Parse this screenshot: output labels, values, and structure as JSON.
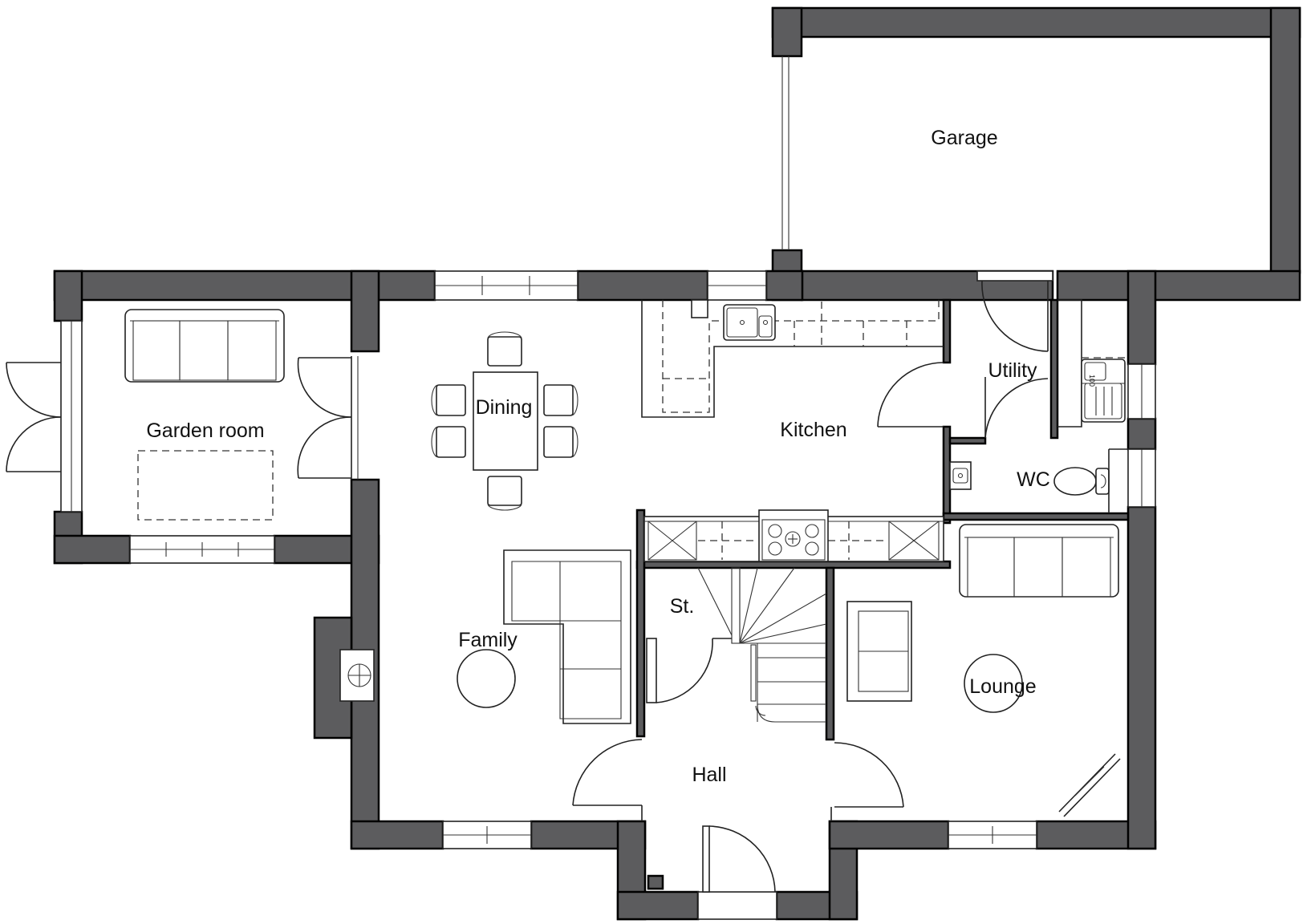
{
  "rooms": {
    "garage": "Garage",
    "garden_room": "Garden room",
    "dining": "Dining",
    "kitchen": "Kitchen",
    "utility": "Utility",
    "wc": "WC",
    "family": "Family",
    "store": "St.",
    "lounge": "Lounge",
    "hall": "Hall"
  },
  "fixtures": {
    "cylinder_label": "100"
  },
  "colors": {
    "wall": "#5c5c5e",
    "line": "#222222",
    "background": "#ffffff"
  }
}
